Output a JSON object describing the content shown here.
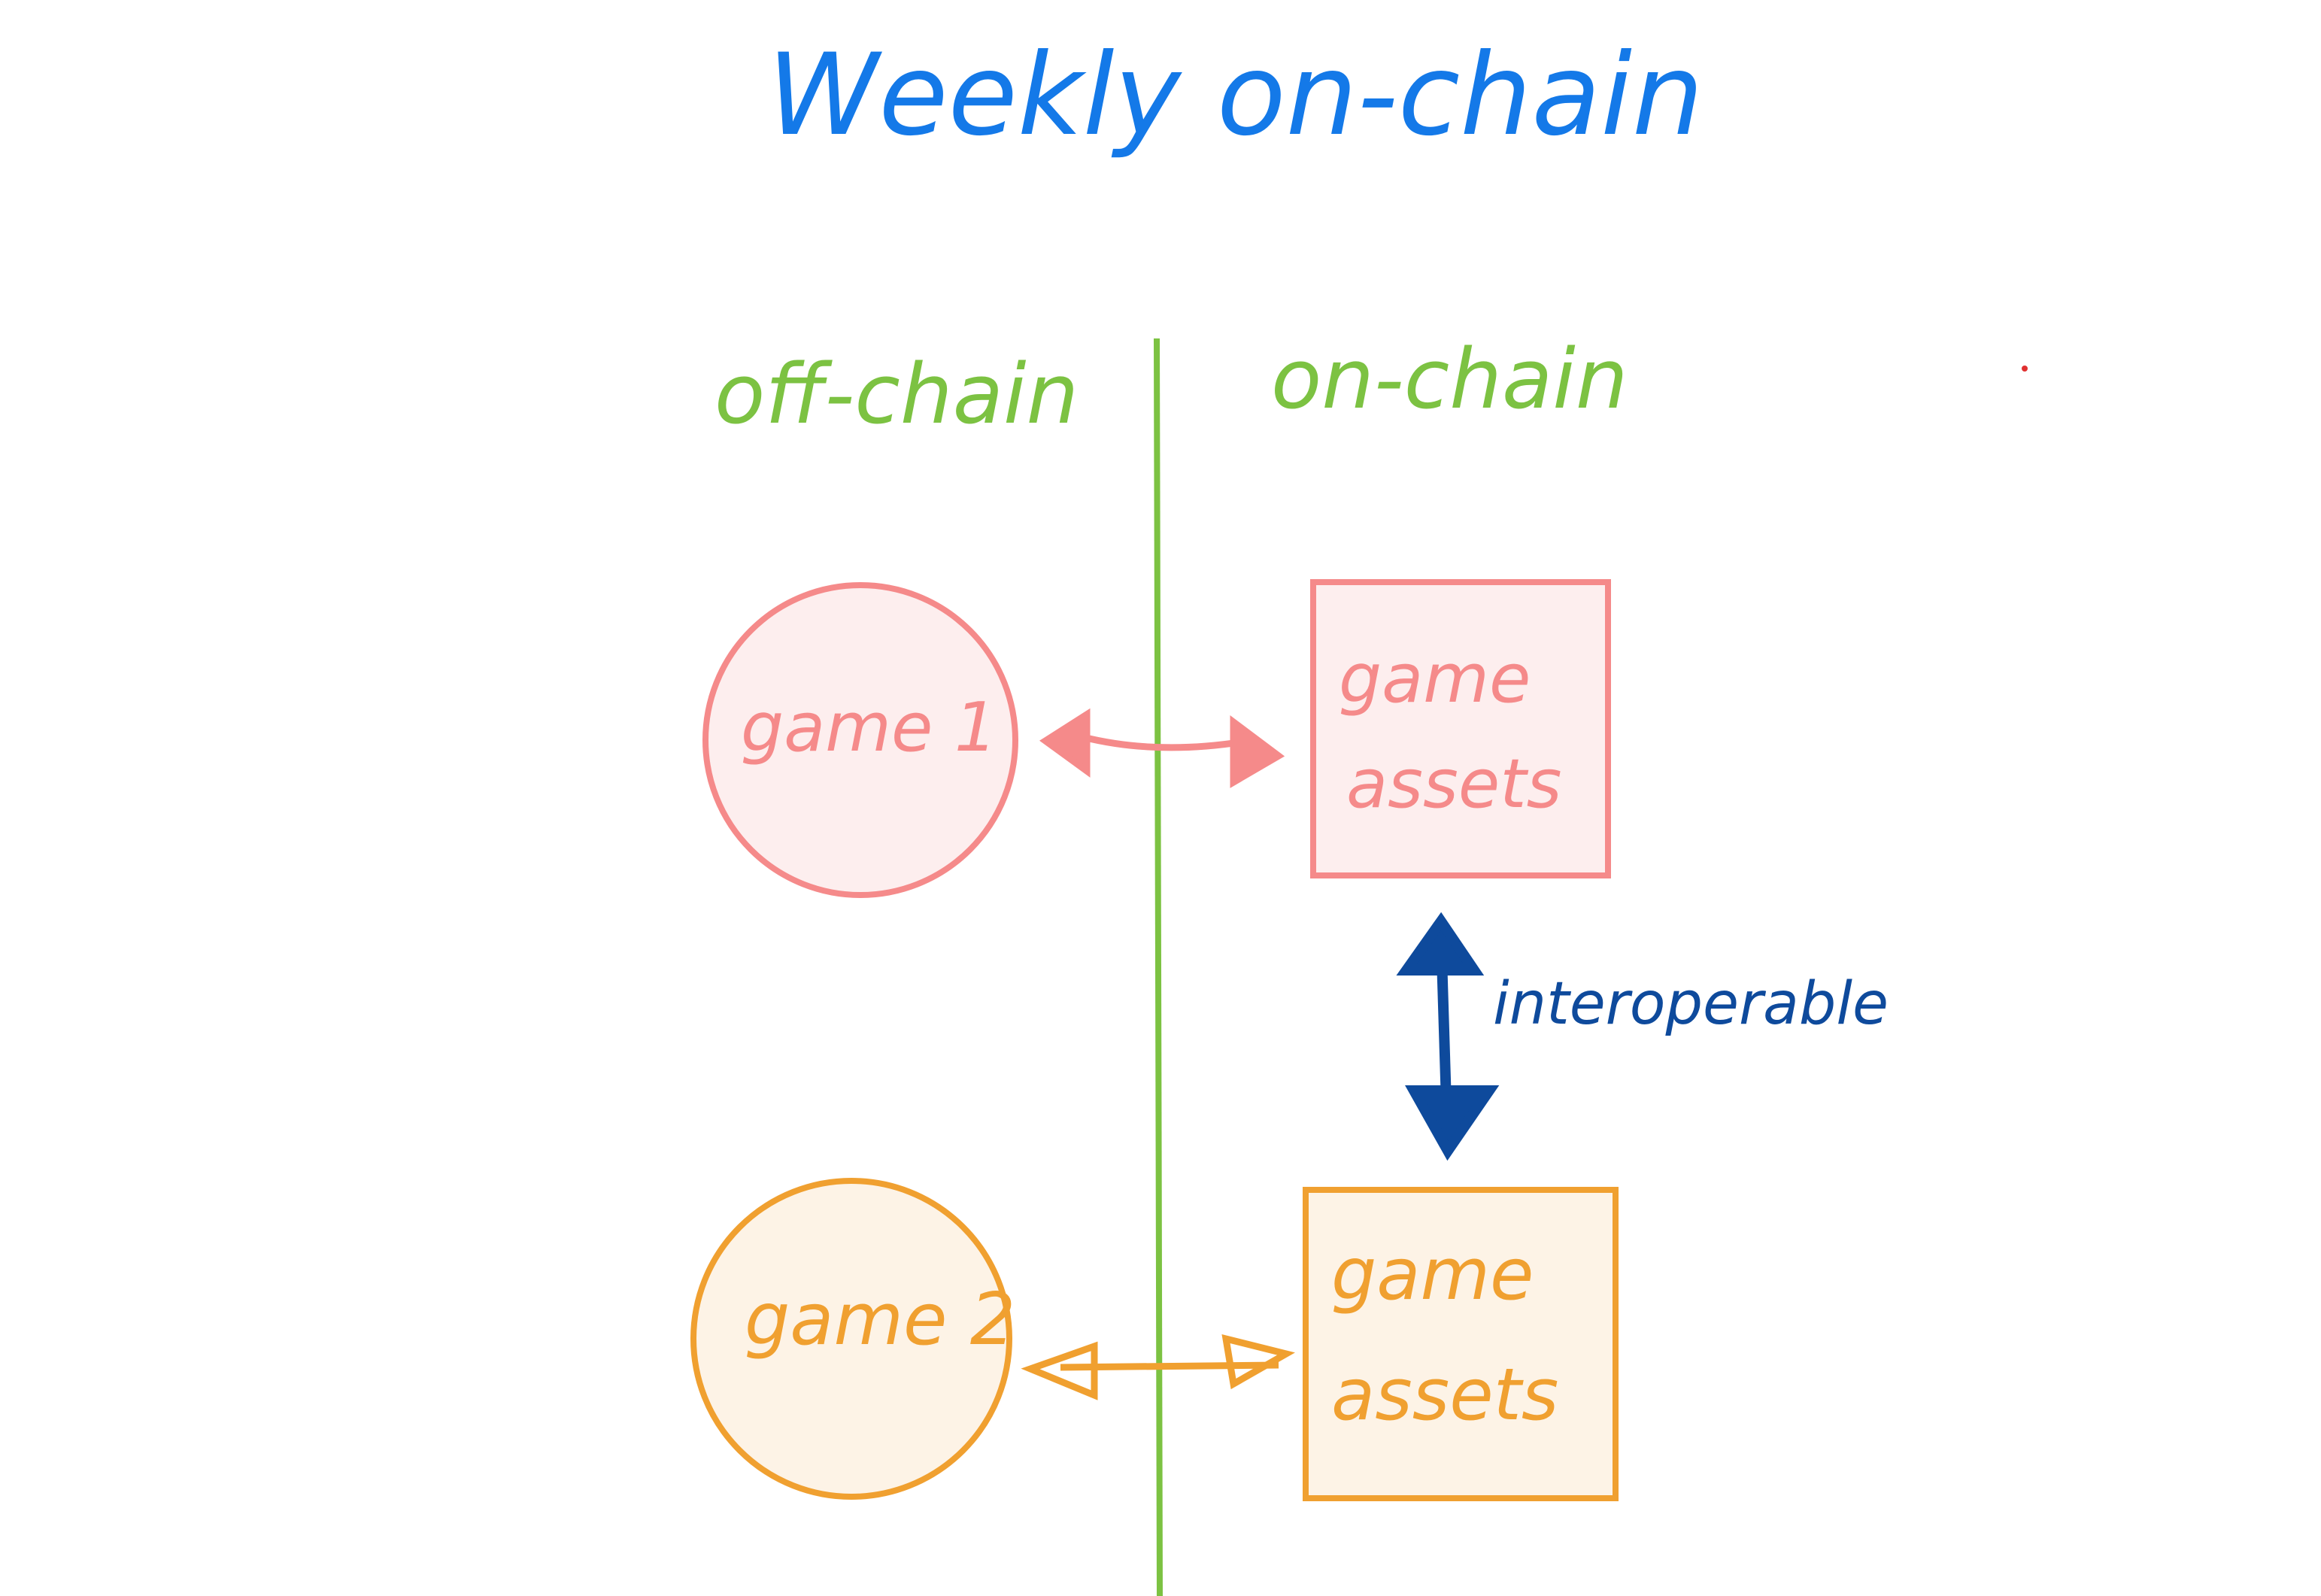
{
  "title": "Weekly on-chain",
  "columns": {
    "left": "off-chain",
    "right": "on-chain"
  },
  "nodes": {
    "game1": "game 1",
    "assets1": [
      "game",
      "assets"
    ],
    "game2": "game 2",
    "assets2": [
      "game",
      "assets"
    ]
  },
  "relation": "interoperable",
  "colors": {
    "title": "#1479e8",
    "divider": "#7cc242",
    "pink": "#f58a8a",
    "pink_fill": "#fdeeee",
    "orange": "#f0a030",
    "orange_fill": "#fdf3e6",
    "navy": "#0e4a9c"
  }
}
